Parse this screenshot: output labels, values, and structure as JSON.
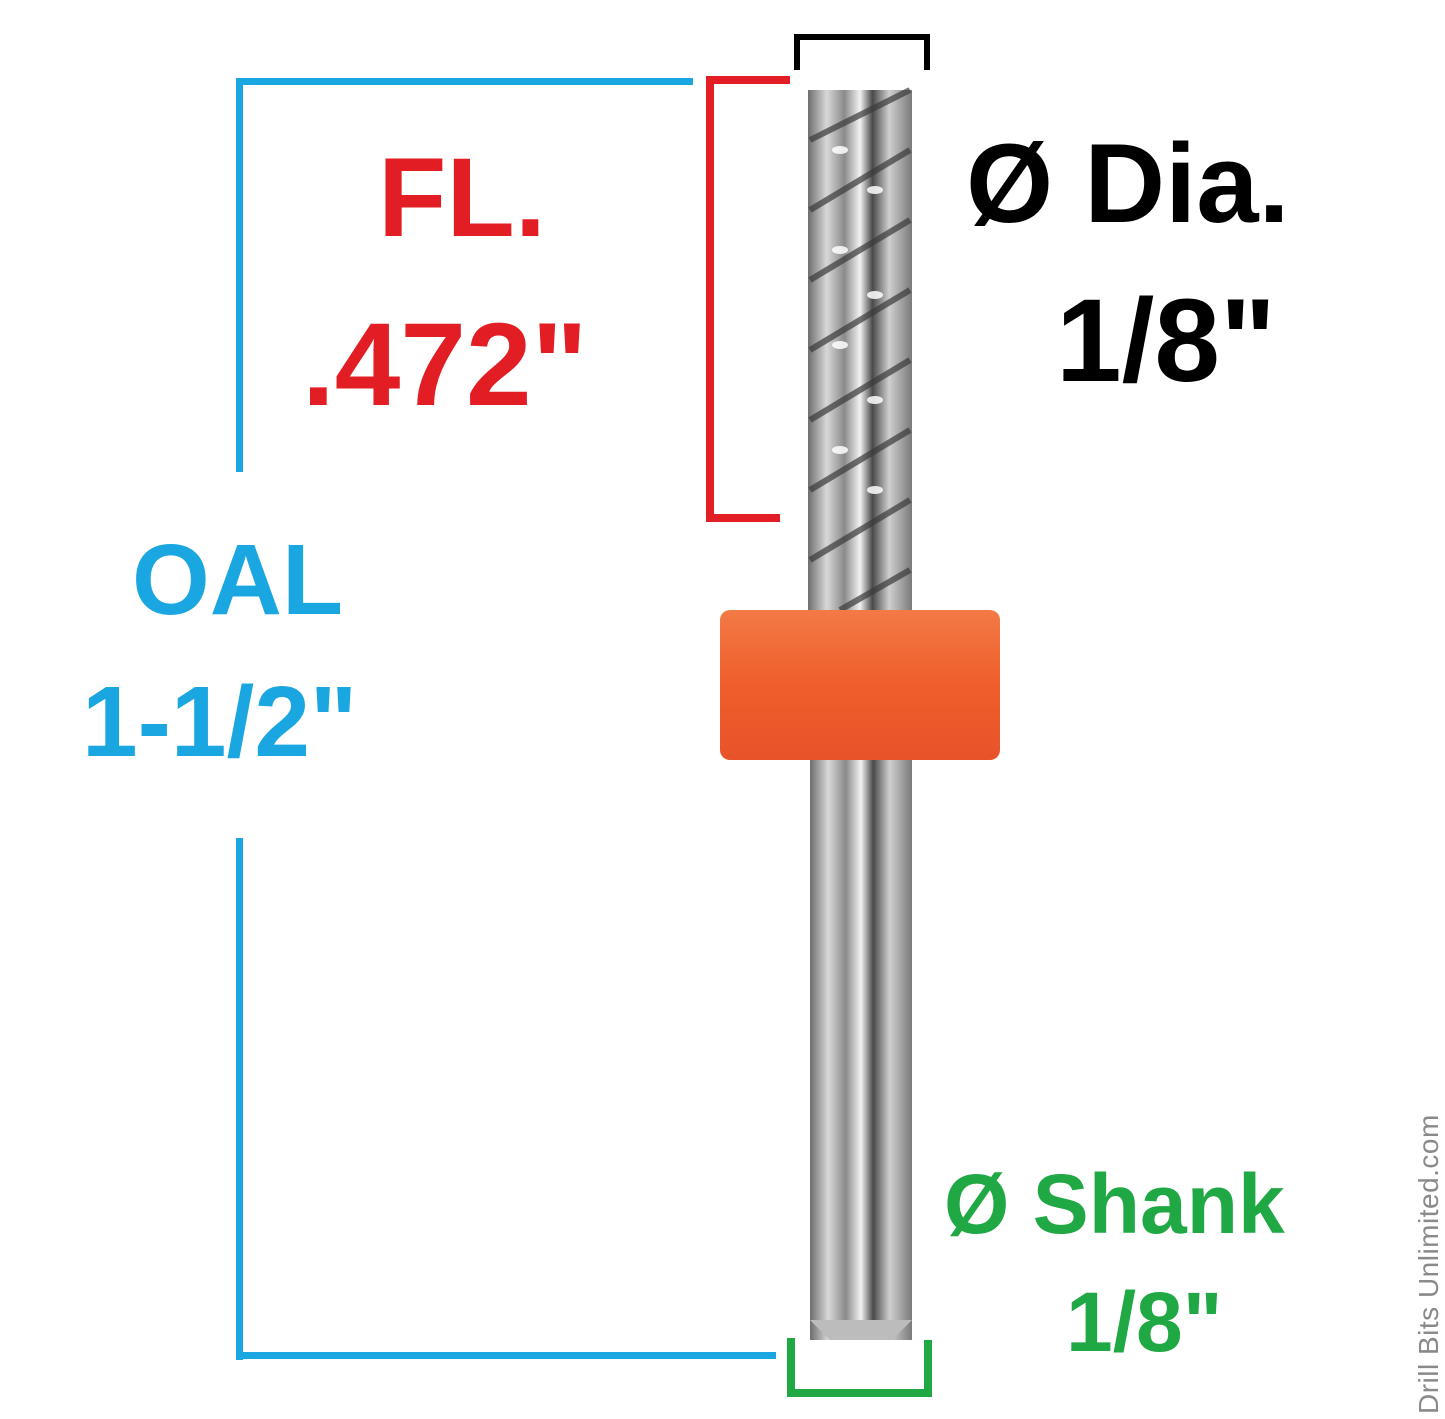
{
  "labels": {
    "flute_length": {
      "title": "FL.",
      "value": ".472\"",
      "color": "#e31d24"
    },
    "diameter": {
      "title": "Ø Dia.",
      "value": "1/8\"",
      "color": "#000000"
    },
    "overall_length": {
      "title": "OAL",
      "value": "1-1/2\"",
      "color": "#1aa7e1"
    },
    "shank": {
      "title": "Ø Shank",
      "value": "1/8\"",
      "color": "#1fa844"
    }
  },
  "product": {
    "type": "router bit with orange depth ring",
    "ring_color": "#f0642e"
  },
  "watermark": "Drill Bits Unlimited.com"
}
